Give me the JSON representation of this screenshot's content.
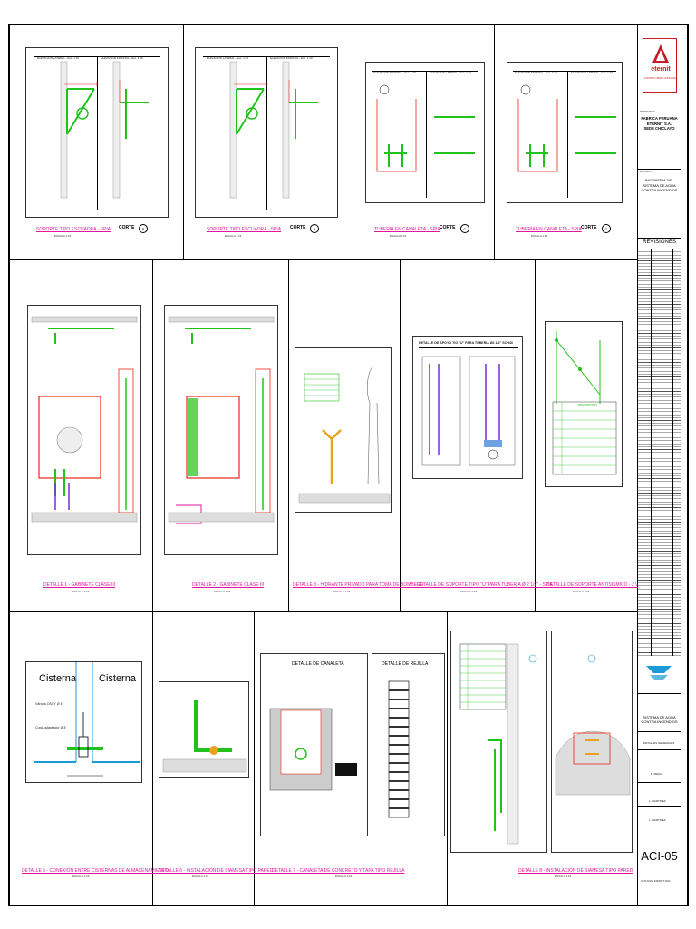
{
  "brand": {
    "logo_text": "eternit",
    "logo_sub": "CONSTRUYENDO CONFIANZA"
  },
  "sidebar": {
    "owner_label": "PROPIETARIO",
    "owner_lines": [
      "FABRICA PERUANA",
      "ETERNIT S.A.",
      "SEDE CHICLAYO"
    ],
    "project_label": "PROYECTO",
    "project_lines": [
      "INGENIERIA DEL",
      "SISTEMA DE AGUA",
      "CONTRA INCENDIOS"
    ],
    "revisions_label": "REVISIONES",
    "contractor_lines": [
      "SISTEMA DE AGUA",
      "CONTRA INCENDIOS"
    ],
    "detail_label": "DETALLES GENERALES",
    "names": [
      "B. MEZA",
      "L. MARTINEZ",
      "L. MARTINEZ"
    ],
    "sheet_code": "ACI-05",
    "footer": "33 PLANOS ETERNIT 2020"
  },
  "row1": [
    {
      "caption": "SOPORTE TIPO ESCUADRA - SPIA",
      "scale": "ESCALA 1:15",
      "corte": "CORTE",
      "corte_id": "B",
      "headers": [
        "ELEVACIÓN LATERAL - Esc. 1:10",
        "ELEVACIÓN FRONTAL - Esc. 1:10"
      ]
    },
    {
      "caption": "SOPORTE TIPO ESCUADRA - SPIA",
      "scale": "ESCALA 1:15",
      "corte": "CORTE",
      "corte_id": "B",
      "headers": [
        "ELEVACIÓN LATERAL - Esc. 1:10",
        "ELEVACIÓN FRONTAL - Esc. 1:10"
      ]
    },
    {
      "caption": "TUBERIA EN CANALETA - SPIA",
      "scale": "ESCALA 1:15",
      "corte": "CORTE",
      "corte_id": "C",
      "headers": [
        "ELEVACIÓN FRONTAL - Esc. 1:10",
        "ELEVACIÓN LATERAL - Esc. 1:10"
      ]
    },
    {
      "caption": "TUBERIA EN CANALETA - SPIA",
      "scale": "ESCALA 1:15",
      "corte": "CORTE",
      "corte_id": "C",
      "headers": [
        "ELEVACIÓN FRONTAL - Esc. 1:10",
        "ELEVACIÓN LATERAL - Esc. 1:10"
      ]
    }
  ],
  "row2": [
    {
      "caption": "DETALLE 1 - GABINETE CLASE III",
      "scale": "ESCALA 1:15"
    },
    {
      "caption": "DETALLE 2 - GABINETE CLASE III",
      "scale": "ESCALA 1:15"
    },
    {
      "caption": "DETALLE 3 - HIDRANTE PRIVADO PARA TOMA DE BOMBERO",
      "scale": "ESCALA 1:15"
    },
    {
      "caption": "DETALLE DE SOPORTE TIPO \"U\" PARA TUBERIA Ø 2 1/2\" - SPIA",
      "scale": "ESCALA 1:15",
      "title": "DETALLE DE APOYO TIO \"U\" PARA TUBERIA Ø2 1/2\" SCH40"
    },
    {
      "caption": "DETALLE DE SOPORTE ANTISISMICO - 2 VIAS",
      "scale": "ESCALA 1:15",
      "table_header": "DESCRIPCION"
    }
  ],
  "row3": [
    {
      "caption": "DETALLE 5 - CONEXIÓN ENTRE CISTERNAS DE ALMACENAMIENTO",
      "scale": "ESCALA 1:15",
      "labels": [
        "Cisterna",
        "Cisterna"
      ],
      "notes": [
        "Válvula OS&Y Ø 4\"",
        "Copla adaptador Ø 4\""
      ]
    },
    {
      "caption": "DETALLE 6 - INSTALACIÓN DE SIAMESA TIPO PARED",
      "scale": "ESCALA 1:15"
    },
    {
      "caption": "DETALLE 7 - CANALETA DE CONCRETO Y TAPA TIPO REJILLA",
      "scale": "ESCALA 1:15",
      "sub1": "DETALLE DE CANALETA",
      "sub2": "DETALLE DE REJILLA"
    },
    {
      "caption": "DETALLE 8 - INSTALACIÓN DE SIAMESA TIPO PARED",
      "scale": "ESCALA 1:15"
    }
  ],
  "colors": {
    "accent_pink": "#e0179d",
    "pipe_green": "#22c21c",
    "dim_red": "#e8261c",
    "purple": "#7b2fd4",
    "logo_red": "#c41b24",
    "logo_blue": "#1a9ad6"
  }
}
